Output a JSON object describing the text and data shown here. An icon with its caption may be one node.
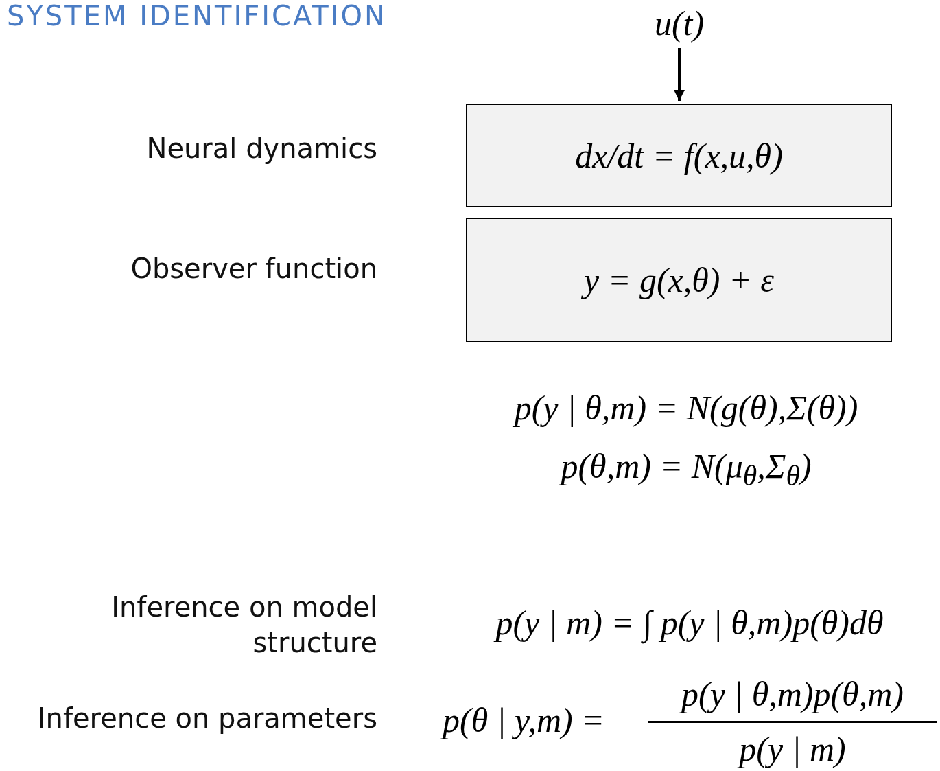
{
  "diagram": {
    "title": "SYSTEM IDENTIFICATION",
    "nodes": [
      {
        "text": [
          "u(t)"
        ]
      },
      {
        "text": [
          "dx/dt = f(x,u,θ)"
        ],
        "beside": [
          "Neural dynamics"
        ]
      },
      {
        "text": [
          "y = g(x,θ) + ε"
        ],
        "beside": [
          "Observer function"
        ]
      }
    ],
    "edges": [
      {
        "from": 0,
        "to": 1,
        "arrow": "to"
      }
    ],
    "labels": [
      "p(y | θ,m) = N(g(θ),Σ(θ))",
      "p(θ,m) = N(μ$_{θ}$,Σ$_{θ}$)",
      "Inference on model structure",
      "p(y | m) = ∫ p(y | θ,m)p(θ)dθ",
      "Inference on parameters",
      "p(θ | y,m) =",
      "p(y | θ,m)p(θ,m)",
      "p(y | m)"
    ]
  }
}
